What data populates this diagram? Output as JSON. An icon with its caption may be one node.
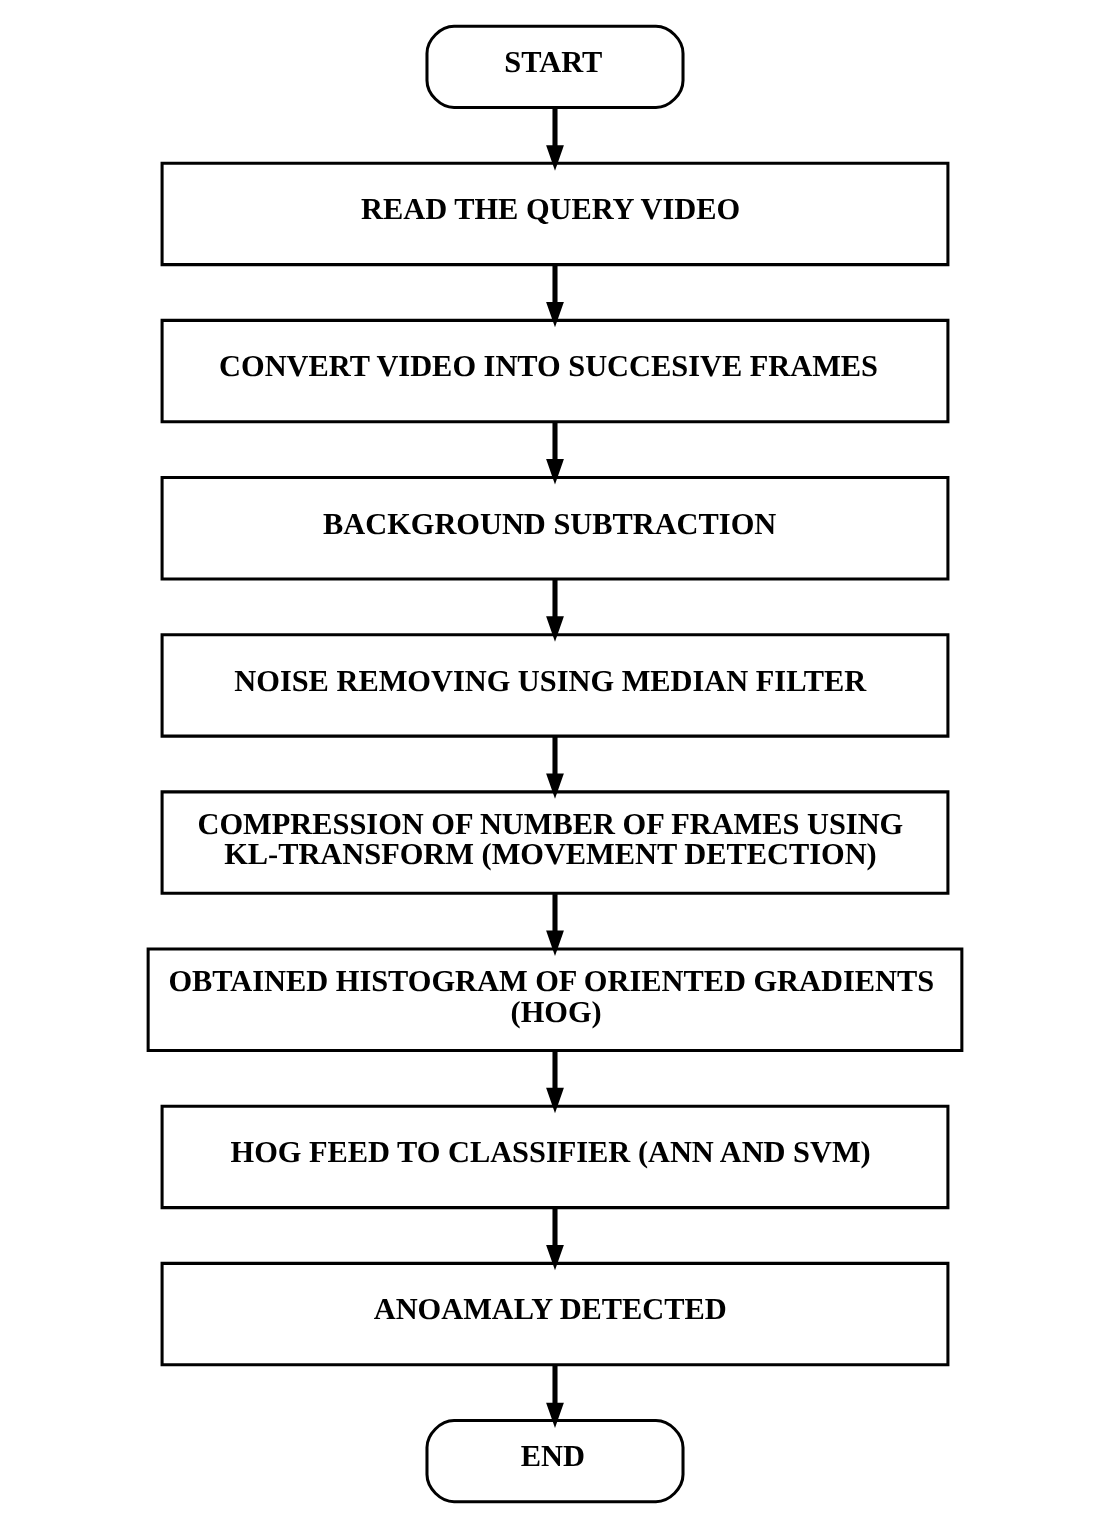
{
  "diagram": {
    "nodes": [
      {
        "text": [
          "START"
        ]
      },
      {
        "text": [
          "READ THE QUERY VIDEO"
        ]
      },
      {
        "text": [
          "CONVERT VIDEO INTO SUCCESIVE FRAMES"
        ]
      },
      {
        "text": [
          "BACKGROUND SUBTRACTION"
        ]
      },
      {
        "text": [
          "NOISE REMOVING USING MEDIAN FILTER"
        ]
      },
      {
        "text": [
          "COMPRESSION OF NUMBER OF FRAMES USING KL-TRANSFORM (MOVEMENT DETECTION)"
        ]
      },
      {
        "text": [
          "OBTAINED HISTOGRAM OF ORIENTED GRADIENTS (HOG)"
        ]
      },
      {
        "text": [
          "HOG FEED TO CLASSIFIER (ANN AND SVM)"
        ]
      },
      {
        "text": [
          "ANOAMALY DETECTED"
        ]
      },
      {
        "text": [
          "END"
        ]
      }
    ],
    "edges": [
      {
        "from": 0,
        "to": 1,
        "arrow": "to"
      },
      {
        "from": 1,
        "to": 2,
        "arrow": "to"
      },
      {
        "from": 2,
        "to": 3,
        "arrow": "to"
      },
      {
        "from": 3,
        "to": 4,
        "arrow": "to"
      },
      {
        "from": 4,
        "to": 5,
        "arrow": "to"
      },
      {
        "from": 5,
        "to": 6,
        "arrow": "to"
      },
      {
        "from": 6,
        "to": 7,
        "arrow": "to"
      },
      {
        "from": 7,
        "to": 8,
        "arrow": "to"
      },
      {
        "from": 8,
        "to": 9,
        "arrow": "to"
      }
    ]
  }
}
